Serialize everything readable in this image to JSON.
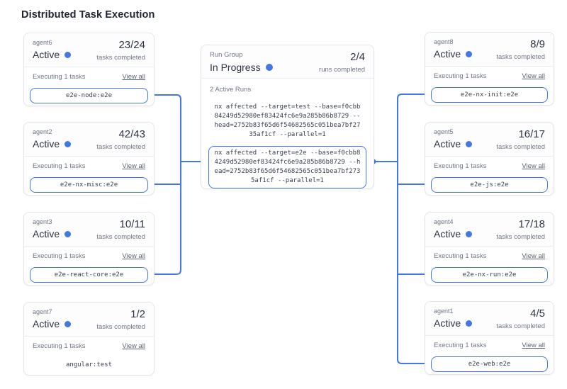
{
  "page": {
    "title": "Distributed Task Execution"
  },
  "colors": {
    "accent": "#4377e6",
    "text_dark": "#2d3444",
    "text_gray": "#6f7684",
    "card_border": "#e3e5ea"
  },
  "labels": {
    "tasks_completed": "tasks completed",
    "executing": "Executing 1 tasks",
    "view_all": "View all"
  },
  "run_group": {
    "label": "Run Group",
    "status": "In Progress",
    "fraction": "2/4",
    "fraction_caption": "runs completed",
    "active_runs_label": "2 Active Runs",
    "runs": [
      {
        "command": "nx affected --target=test --base=f0cbb84249d52980ef83424fc6e9a285b86b8729 --head=2752b83f65d6f54682565c051bea7bf2735af1cf --parallel=1",
        "highlighted": false
      },
      {
        "command": "nx affected --target=e2e --base=f0cbb84249d52980ef83424fc6e9a285b86b8729 --head=2752b83f65d6f54682565c051bea7bf2735af1cf --parallel=1",
        "highlighted": true
      }
    ]
  },
  "agents_left": [
    {
      "name": "agent6",
      "status": "Active",
      "fraction": "23/24",
      "task": "e2e-node:e2e",
      "connected": true
    },
    {
      "name": "agent2",
      "status": "Active",
      "fraction": "42/43",
      "task": "e2e-nx-misc:e2e",
      "connected": true
    },
    {
      "name": "agent3",
      "status": "Active",
      "fraction": "10/11",
      "task": "e2e-react-core:e2e",
      "connected": true
    },
    {
      "name": "agent7",
      "status": "Active",
      "fraction": "1/2",
      "task": "angular:test",
      "connected": false
    }
  ],
  "agents_right": [
    {
      "name": "agent8",
      "status": "Active",
      "fraction": "8/9",
      "task": "e2e-nx-init:e2e",
      "connected": true
    },
    {
      "name": "agent5",
      "status": "Active",
      "fraction": "16/17",
      "task": "e2e-js:e2e",
      "connected": true
    },
    {
      "name": "agent4",
      "status": "Active",
      "fraction": "17/18",
      "task": "e2e-nx-run:e2e",
      "connected": true
    },
    {
      "name": "agent1",
      "status": "Active",
      "fraction": "4/5",
      "task": "e2e-web:e2e",
      "connected": true
    }
  ]
}
